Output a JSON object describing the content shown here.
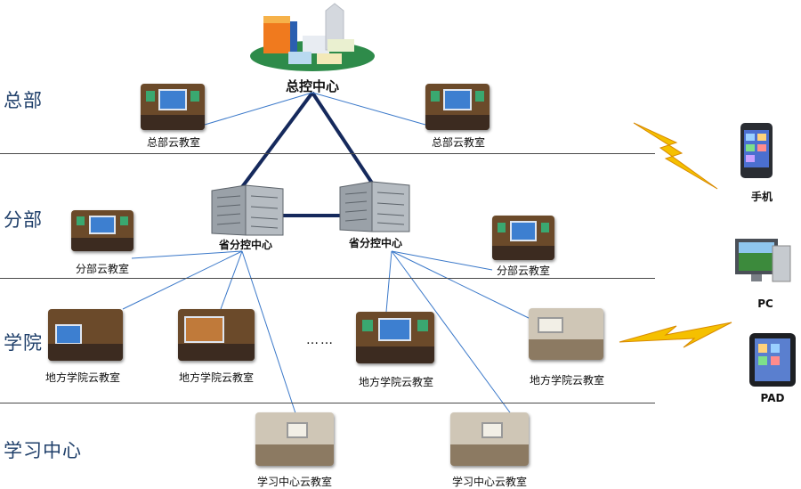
{
  "tiers": {
    "hq": "总部",
    "branch": "分部",
    "college": "学院",
    "center": "学习中心"
  },
  "nodes": {
    "control_center": "总控中心",
    "province_a": "省分控中心",
    "province_b": "省分控中心",
    "hq_room_left": "总部云教室",
    "hq_room_right": "总部云教室",
    "branch_room_left": "分部云教室",
    "branch_room_right": "分部云教室",
    "college_room_1": "地方学院云教室",
    "college_room_2": "地方学院云教室",
    "college_room_3": "地方学院云教室",
    "college_room_4": "地方学院云教室",
    "ellipsis": "……",
    "center_room_1": "学习中心云教室",
    "center_room_2": "学习中心云教室"
  },
  "devices": {
    "phone": "手机",
    "pc": "PC",
    "pad": "PAD"
  },
  "colors": {
    "backbone": "#15295c",
    "link": "#3a78c9",
    "lightning": "#f5c000",
    "tier_text": "#1f3f6a"
  }
}
